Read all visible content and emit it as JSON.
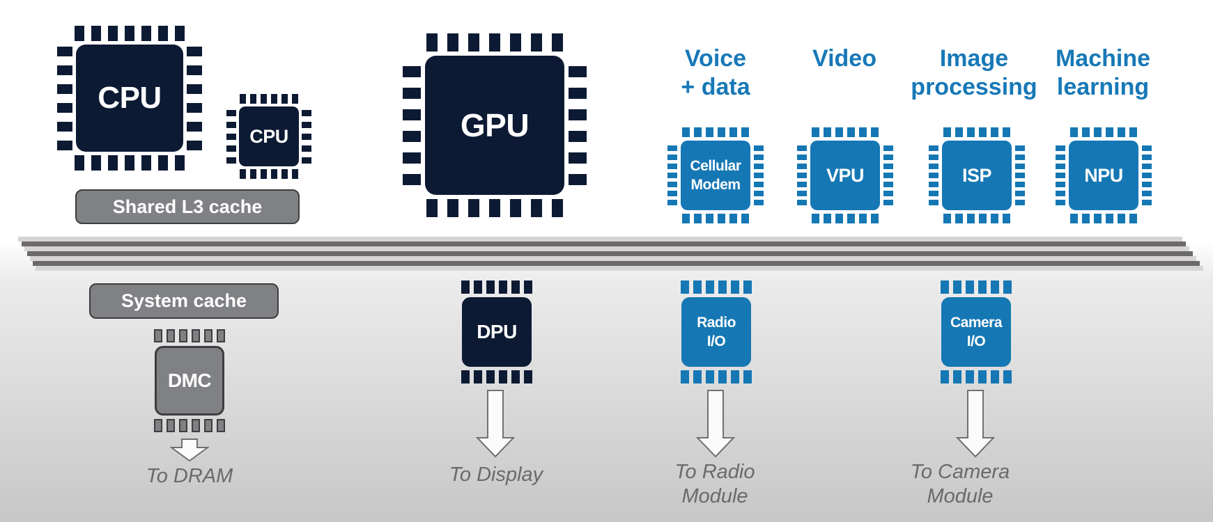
{
  "colors": {
    "navy": "#0d1a33",
    "blue": "#1577b4",
    "title_blue": "#1778b7",
    "gray_fill": "#7f8184",
    "gray_border": "#3d3d3d",
    "bus_light": "#d6d4d4",
    "bus_dark": "#6b6969",
    "caption_gray": "#6a6a6a",
    "arrow_stroke": "#707070",
    "arrow_fill": "#fbfbfb"
  },
  "soc": {
    "cpu_cluster": {
      "cpu_large_label": "CPU",
      "cpu_small_label": "CPU",
      "shared_cache_label": "Shared L3 cache"
    },
    "gpu_label": "GPU",
    "accelerators": [
      {
        "title": "Voice + data",
        "title_line1": "Voice",
        "title_line2": "+ data",
        "chip": "Cellular Modem",
        "chip_line1": "Cellular",
        "chip_line2": "Modem"
      },
      {
        "title": "Video",
        "title_line1": "Video",
        "title_line2": "",
        "chip": "VPU",
        "chip_line1": "VPU",
        "chip_line2": ""
      },
      {
        "title": "Image processing",
        "title_line1": "Image",
        "title_line2": "processing",
        "chip": "ISP",
        "chip_line1": "ISP",
        "chip_line2": ""
      },
      {
        "title": "Machine learning",
        "title_line1": "Machine",
        "title_line2": "learning",
        "chip": "NPU",
        "chip_line1": "NPU",
        "chip_line2": ""
      }
    ],
    "memory_path": {
      "system_cache_label": "System cache",
      "dmc_label": "DMC",
      "caption": "To DRAM"
    },
    "display_path": {
      "dpu_label": "DPU",
      "caption": "To Display"
    },
    "radio_path": {
      "chip": "Radio I/O",
      "chip_line1": "Radio",
      "chip_line2": "I/O",
      "caption": "To Radio Module",
      "caption_line1": "To Radio",
      "caption_line2": "Module"
    },
    "camera_path": {
      "chip": "Camera I/O",
      "chip_line1": "Camera",
      "chip_line2": "I/O",
      "caption": "To Camera Module",
      "caption_line1": "To Camera",
      "caption_line2": "Module"
    }
  }
}
